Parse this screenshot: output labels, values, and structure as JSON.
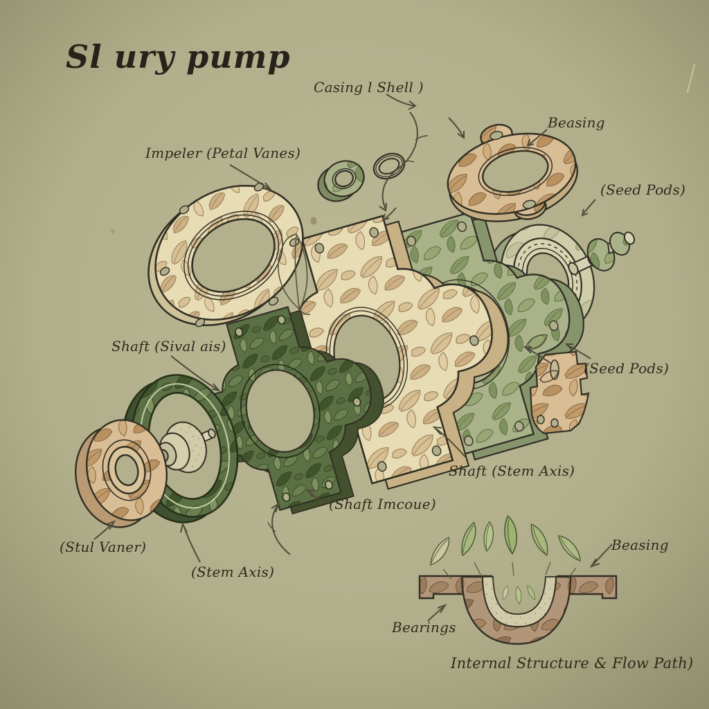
{
  "title": "Sl ury pump",
  "labels": {
    "casing_shell": {
      "text": "Casing l Shell )"
    },
    "bearing_top": {
      "text": "Beasing"
    },
    "impeller": {
      "text": "Impeler (Petal Vanes)"
    },
    "seed_pods_upper": {
      "text": "(Seed Pods)"
    },
    "shaft_left": {
      "text": "Shaft (Sival ais)"
    },
    "seed_pods_lower": {
      "text": "(Seed Pods)"
    },
    "shaft_stem": {
      "text": "Shaft (Stem Axis)"
    },
    "shaft_imcoue": {
      "text": "(Shaft Imcoue)"
    },
    "stul_vaner": {
      "text": "(Stul Vaner)"
    },
    "stem_axis": {
      "text": "(Stem Axis)"
    },
    "bearing_bottom": {
      "text": "Beasing"
    },
    "bearings": {
      "text": "Bearings"
    },
    "caption": {
      "text": "Internal Structure & Flow Path)"
    }
  },
  "parts": [
    "casing-shell-flange-ring",
    "small-washer",
    "thin-ring-washer",
    "bearing-flange-plate",
    "bearing-ring",
    "shaft-dumbbell",
    "casing-plate-sage",
    "shaft-boss-cylinder",
    "casing-plate-cream",
    "casing-plate-green",
    "impeller-ring",
    "hub-cone",
    "flange-disc",
    "seed-pod-bracket",
    "cross-section-bearing-channel",
    "flow-path-leaves"
  ],
  "colors": {
    "paper_center": "#bab794",
    "paper_edge": "#8f8c6b",
    "ink": "#312f24",
    "label_ink": "#2e2a1b",
    "cream": "#e7dcb4",
    "tan": "#d9bd95",
    "sage": "#a9b289",
    "dark_green": "#5c7045",
    "brown": "#b2967a",
    "pale": "#cfcdaa"
  }
}
